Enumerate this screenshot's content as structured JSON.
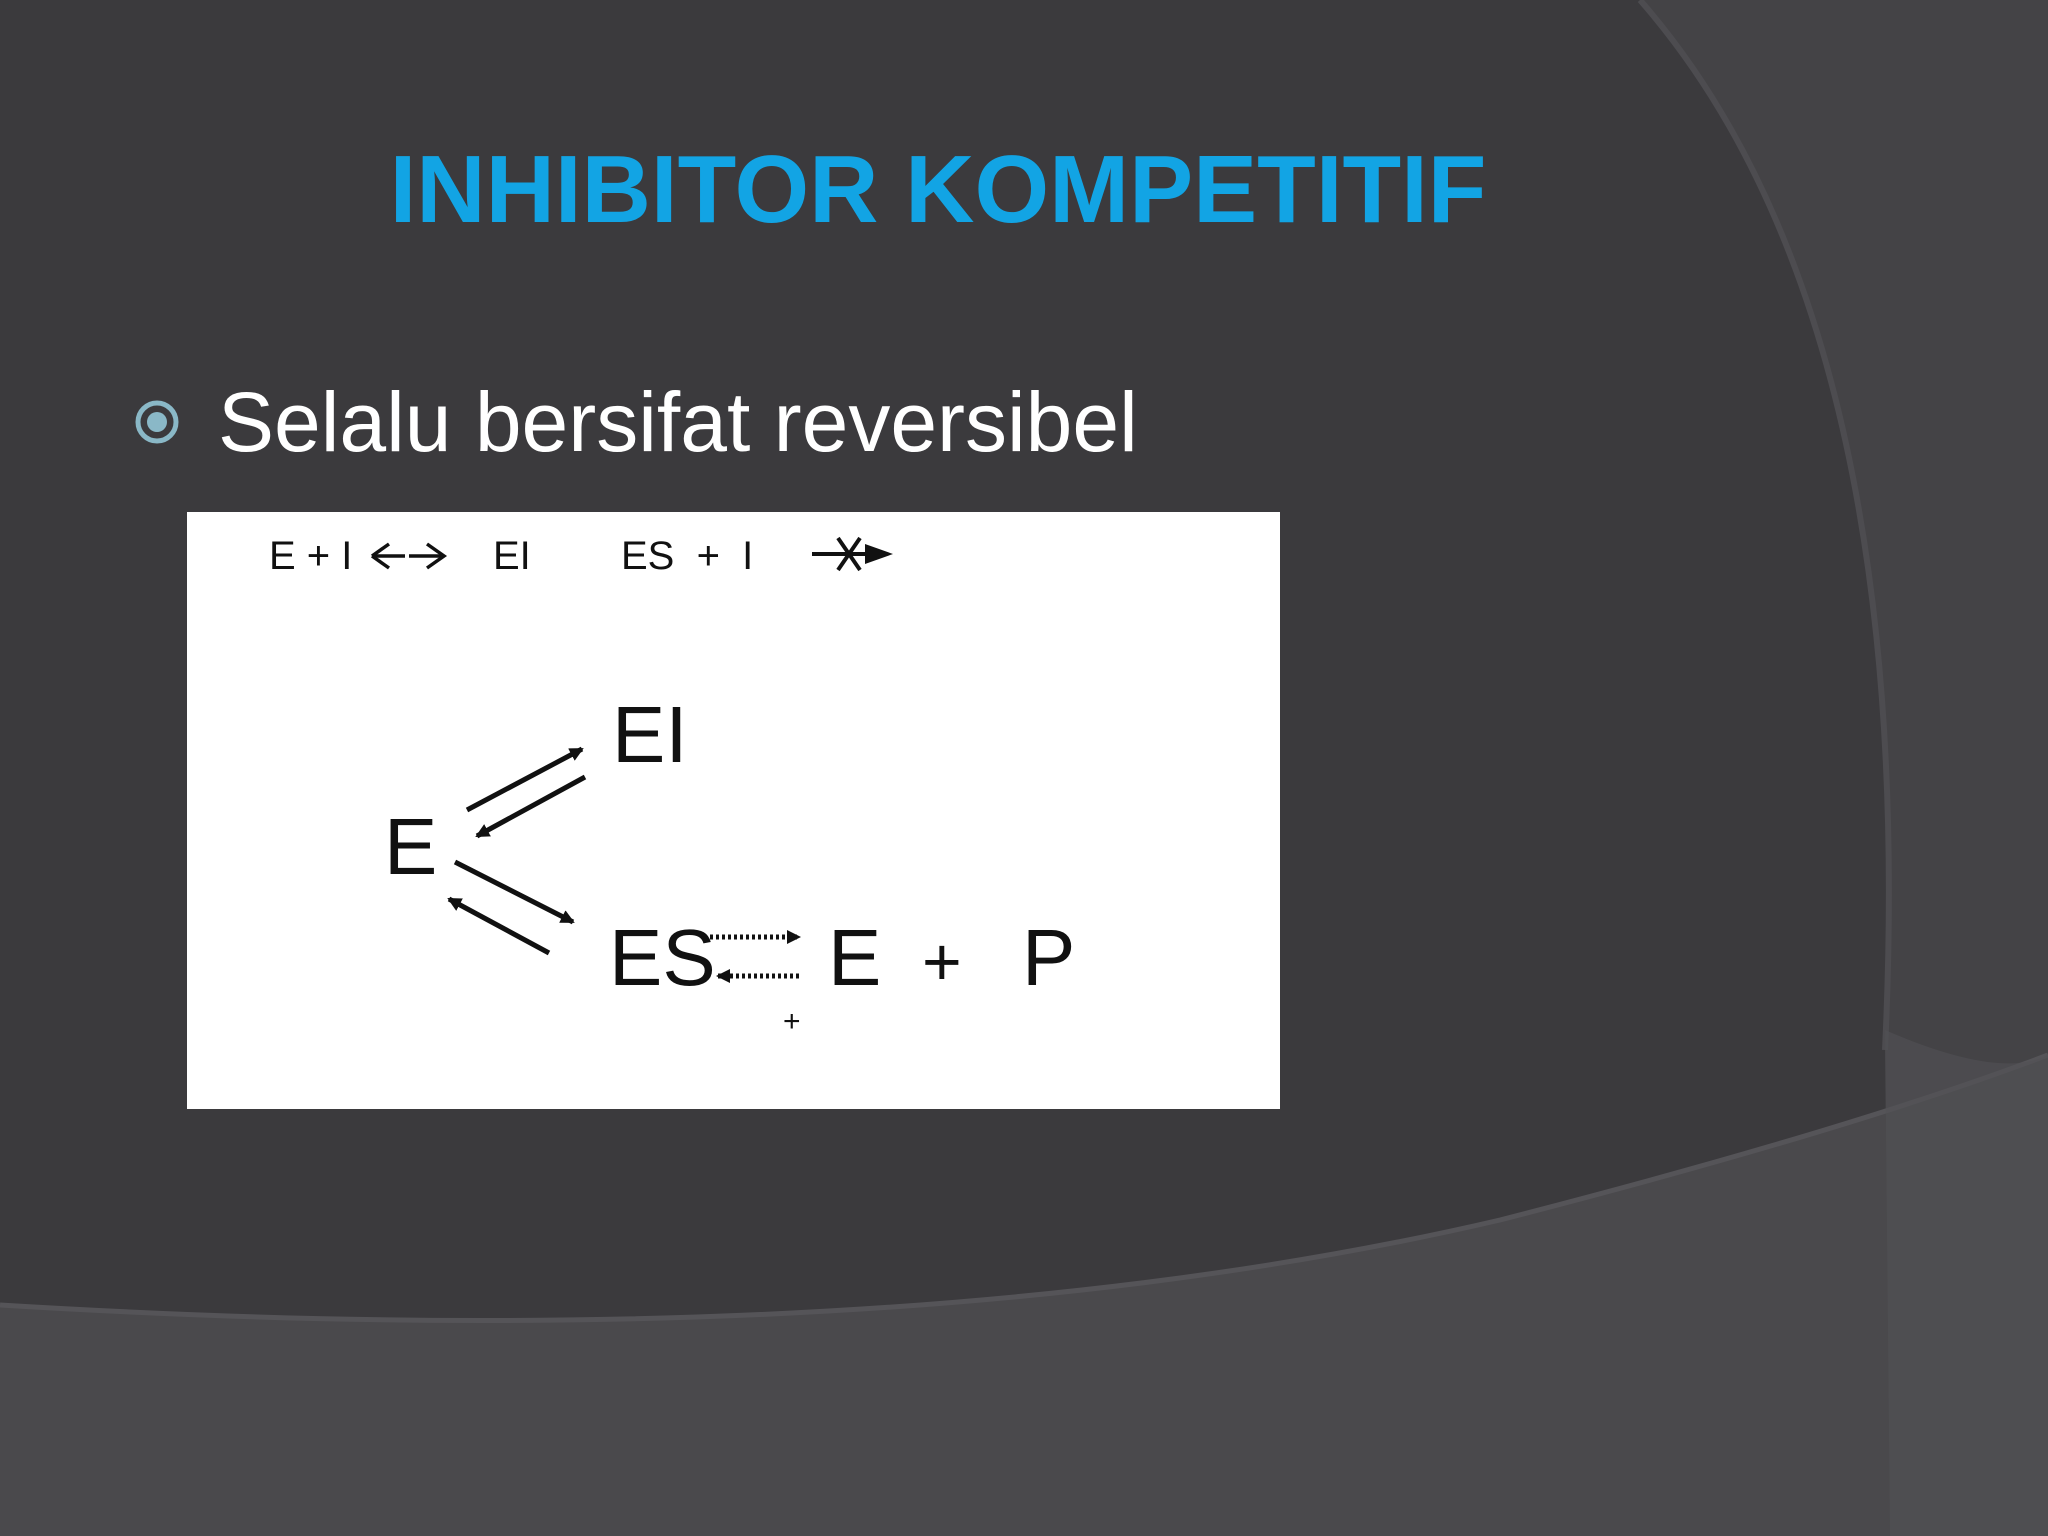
{
  "slide": {
    "title": "INHIBITOR KOMPETITIF",
    "bullet": "Selalu bersifat reversibel",
    "bullet_icon": "circle-bullet-icon",
    "colors": {
      "background": "#3b3a3d",
      "title": "#12a4e4",
      "text": "#ffffff",
      "bullet": "#8ab8c7",
      "figure_background": "#ffffff"
    }
  },
  "figure": {
    "eq1": {
      "left": "E + I",
      "right": "EI"
    },
    "eq2": {
      "left": "ES  +  I"
    },
    "scheme": {
      "enzyme": "E",
      "complex_ei": "EI",
      "complex_es": "ES",
      "product_e": "E",
      "plus": "+",
      "product_p": "P",
      "small_plus": "+"
    }
  }
}
